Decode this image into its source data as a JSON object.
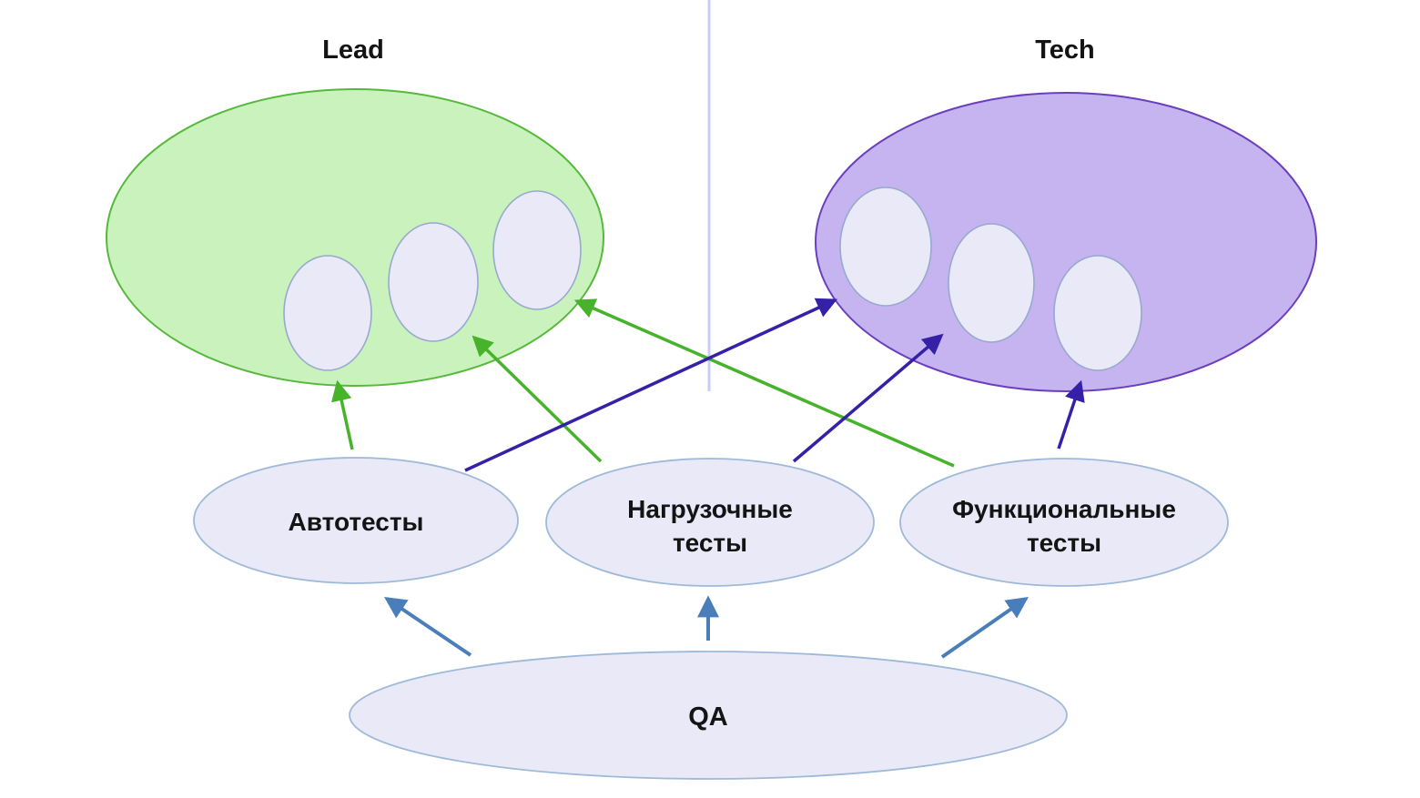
{
  "diagram": {
    "groups": {
      "lead": {
        "label": "Lead",
        "member_count": 3
      },
      "tech": {
        "label": "Tech",
        "member_count": 3
      }
    },
    "nodes": {
      "qa": {
        "label": "QA"
      },
      "autotests": {
        "label": "Автотесты"
      },
      "load_tests": {
        "line1": "Нагрузочные",
        "line2": "тесты"
      },
      "functional_tests": {
        "line1": "Функциональные",
        "line2": "тесты"
      }
    },
    "edges": [
      {
        "from": "qa",
        "to": "autotests",
        "color_key": "arrow_blue"
      },
      {
        "from": "qa",
        "to": "load_tests",
        "color_key": "arrow_blue"
      },
      {
        "from": "qa",
        "to": "functional_tests",
        "color_key": "arrow_blue"
      },
      {
        "from": "autotests",
        "to": "lead",
        "color_key": "arrow_green"
      },
      {
        "from": "load_tests",
        "to": "lead",
        "color_key": "arrow_green"
      },
      {
        "from": "functional_tests",
        "to": "lead",
        "color_key": "arrow_green"
      },
      {
        "from": "autotests",
        "to": "tech",
        "color_key": "arrow_indigo"
      },
      {
        "from": "load_tests",
        "to": "tech",
        "color_key": "arrow_indigo"
      },
      {
        "from": "functional_tests",
        "to": "tech",
        "color_key": "arrow_indigo"
      }
    ],
    "colors": {
      "lead_fill": "#c9f2bc",
      "lead_stroke": "#56b83c",
      "tech_fill": "#c5b4ef",
      "tech_stroke": "#6b3ebd",
      "inner_oval_fill": "#eae9f8",
      "inner_oval_stroke": "#97a9cf",
      "node_fill": "#e9e9f8",
      "node_stroke": "#9fb9d9",
      "arrow_green": "#47b32b",
      "arrow_indigo": "#3520a8",
      "arrow_blue": "#4a7ebb",
      "divider": "#c9ccf4",
      "text": "#141414"
    }
  }
}
